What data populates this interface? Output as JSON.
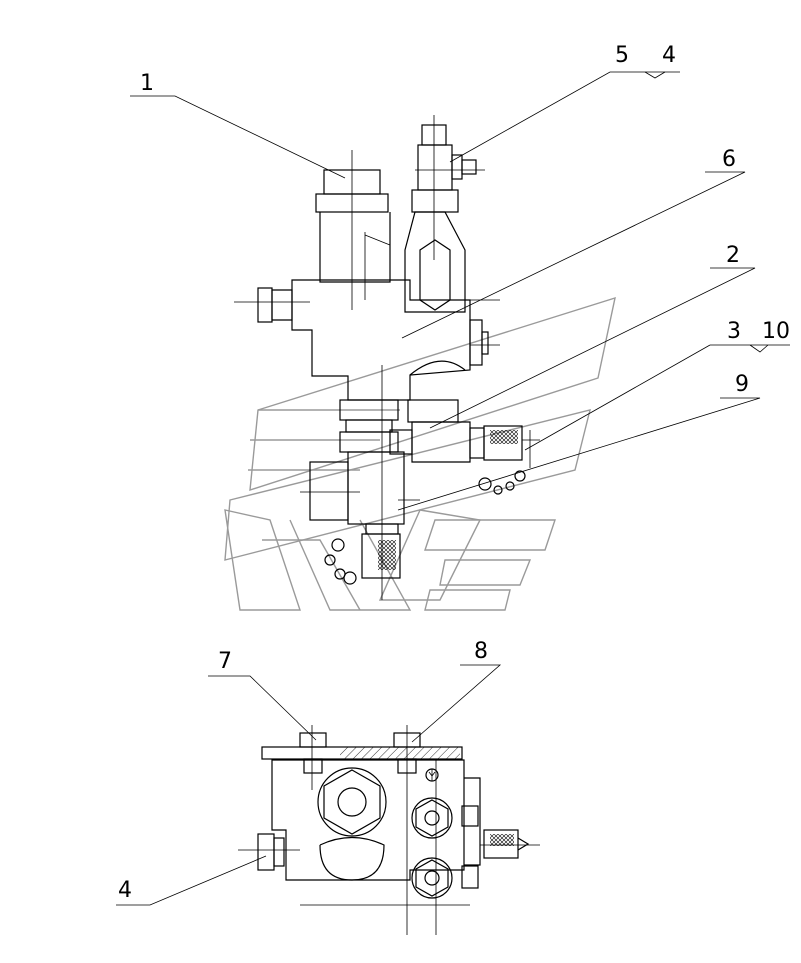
{
  "labels": {
    "l1": "1",
    "l5": "5",
    "l4a": "4",
    "l6": "6",
    "l2": "2",
    "l3": "3",
    "l10": "10",
    "l9": "9",
    "l7": "7",
    "l8": "8",
    "l4b": "4"
  },
  "colors": {
    "line": "#000000",
    "watermark": "#9a9a9a",
    "background": "#ffffff"
  }
}
